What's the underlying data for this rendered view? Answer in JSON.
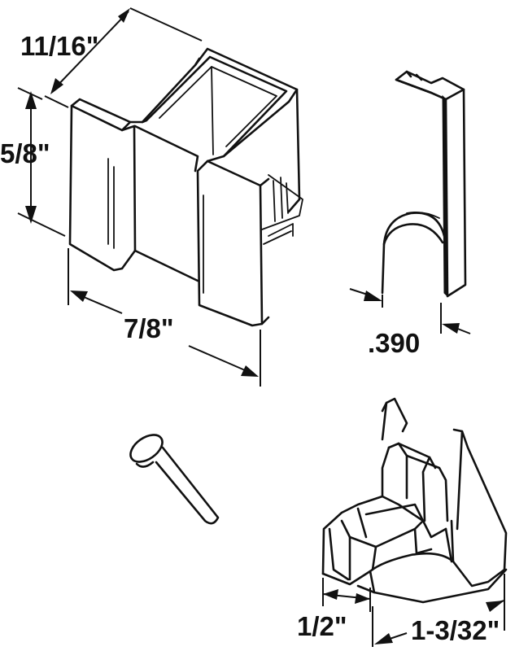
{
  "dimensions": {
    "depth": "11/16\"",
    "height": "5/8\"",
    "width": "7/8\"",
    "clip_gap": ".390",
    "roller_width": "1/2\"",
    "roller_length": "1-3/32\""
  },
  "parts": [
    {
      "id": "bracket",
      "name": "U-channel bracket"
    },
    {
      "id": "spring_clip",
      "name": "spring clip"
    },
    {
      "id": "pin",
      "name": "pivot pin"
    },
    {
      "id": "roller_guide",
      "name": "roller guide"
    }
  ]
}
